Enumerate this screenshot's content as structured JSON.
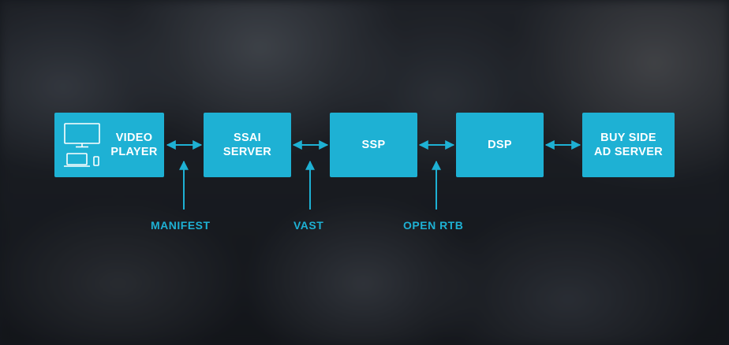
{
  "colors": {
    "accent": "#1eb1d4",
    "text_on_box": "#ffffff",
    "background": "#1c1f24"
  },
  "nodes": {
    "video_player": {
      "line1": "VIDEO",
      "line2": "PLAYER",
      "icons": [
        "monitor-icon",
        "laptop-icon",
        "phone-icon"
      ]
    },
    "ssai_server": {
      "line1": "SSAI",
      "line2": "SERVER"
    },
    "ssp": {
      "label": "SSP"
    },
    "dsp": {
      "label": "DSP"
    },
    "buy_side_ad_server": {
      "line1": "BUY SIDE",
      "line2": "AD SERVER"
    }
  },
  "annotations": {
    "manifest": "MANIFEST",
    "vast": "VAST",
    "open_rtb": "OPEN RTB"
  }
}
